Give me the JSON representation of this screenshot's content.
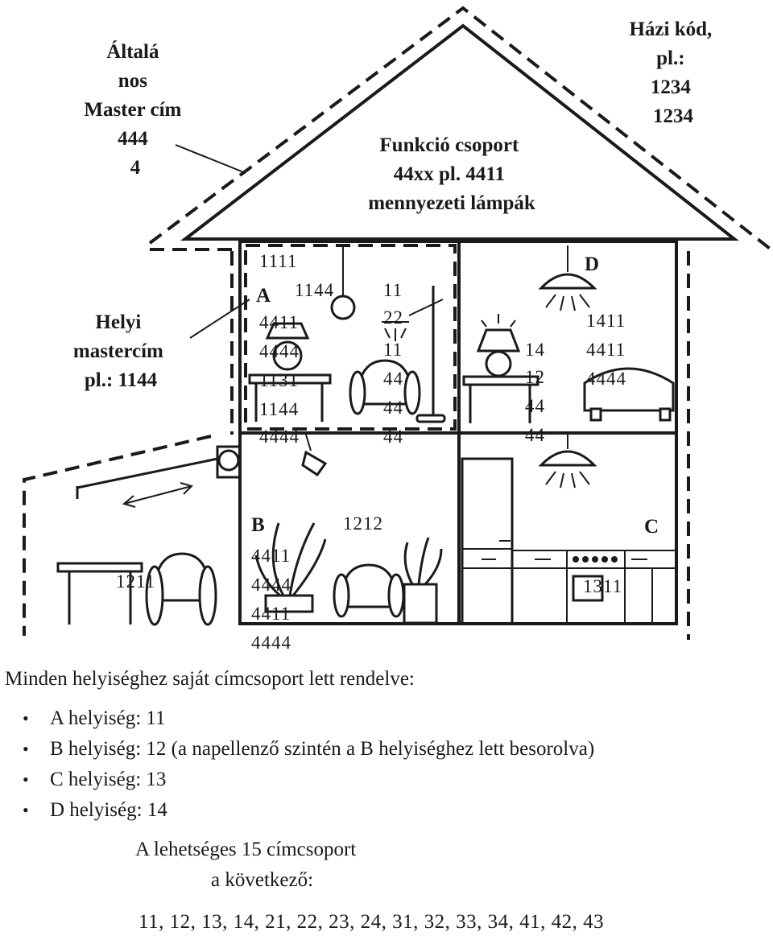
{
  "labels": {
    "master_general": [
      "Általá",
      "nos",
      "Master cím",
      "444",
      "4"
    ],
    "house_code": [
      "Házi kód,",
      "pl.:",
      "1234",
      "1234"
    ],
    "function_group": [
      "Funkció csoport",
      "44xx pl. 4411",
      "mennyezeti lámpák"
    ],
    "local_master": [
      "Helyi",
      "mastercím",
      "pl.: 1144"
    ]
  },
  "rooms": {
    "a": {
      "name": "A",
      "codes_left": [
        "1111",
        "1144",
        "4411",
        "4444",
        "1131",
        "1144",
        "4444"
      ],
      "codes_right": [
        "11",
        "22",
        "11",
        "44",
        "44",
        "44"
      ]
    },
    "d": {
      "name": "D",
      "codes_mid": [
        "14",
        "12",
        "44",
        "44"
      ],
      "codes_right": [
        "1411",
        "4411",
        "4444"
      ]
    },
    "b": {
      "name": "B",
      "codes_left": [
        "4411",
        "4444",
        "4411",
        "4444"
      ],
      "code_top": "1212"
    },
    "c": {
      "name": "C",
      "code": "1311"
    },
    "terrace": {
      "code": "1211"
    }
  },
  "text": {
    "intro": "Minden helyiséghez saját címcsoport lett rendelve:",
    "bullet_glyph": "•",
    "bullets": [
      "A helyiség: 11",
      "B helyiség: 12 (a napellenző szintén a B helyiséghez lett besorolva)",
      "C helyiség: 13",
      "D helyiség: 14"
    ],
    "possible_line1": "A lehetséges 15 címcsoport",
    "possible_line2": "a következő:",
    "groups_list": "11, 12, 13, 14, 21, 22, 23, 24, 31, 32, 33, 34, 41, 42, 43"
  },
  "colors": {
    "ink": "#1a1a1a",
    "background": "#ffffff"
  },
  "icons": [
    "pendant-lamp-icon",
    "table-lamp-icon",
    "floor-lamp-icon",
    "armchair-icon",
    "table-icon",
    "bed-icon",
    "plant-icon",
    "kitchen-icon",
    "awning-icon",
    "spotlight-icon"
  ]
}
